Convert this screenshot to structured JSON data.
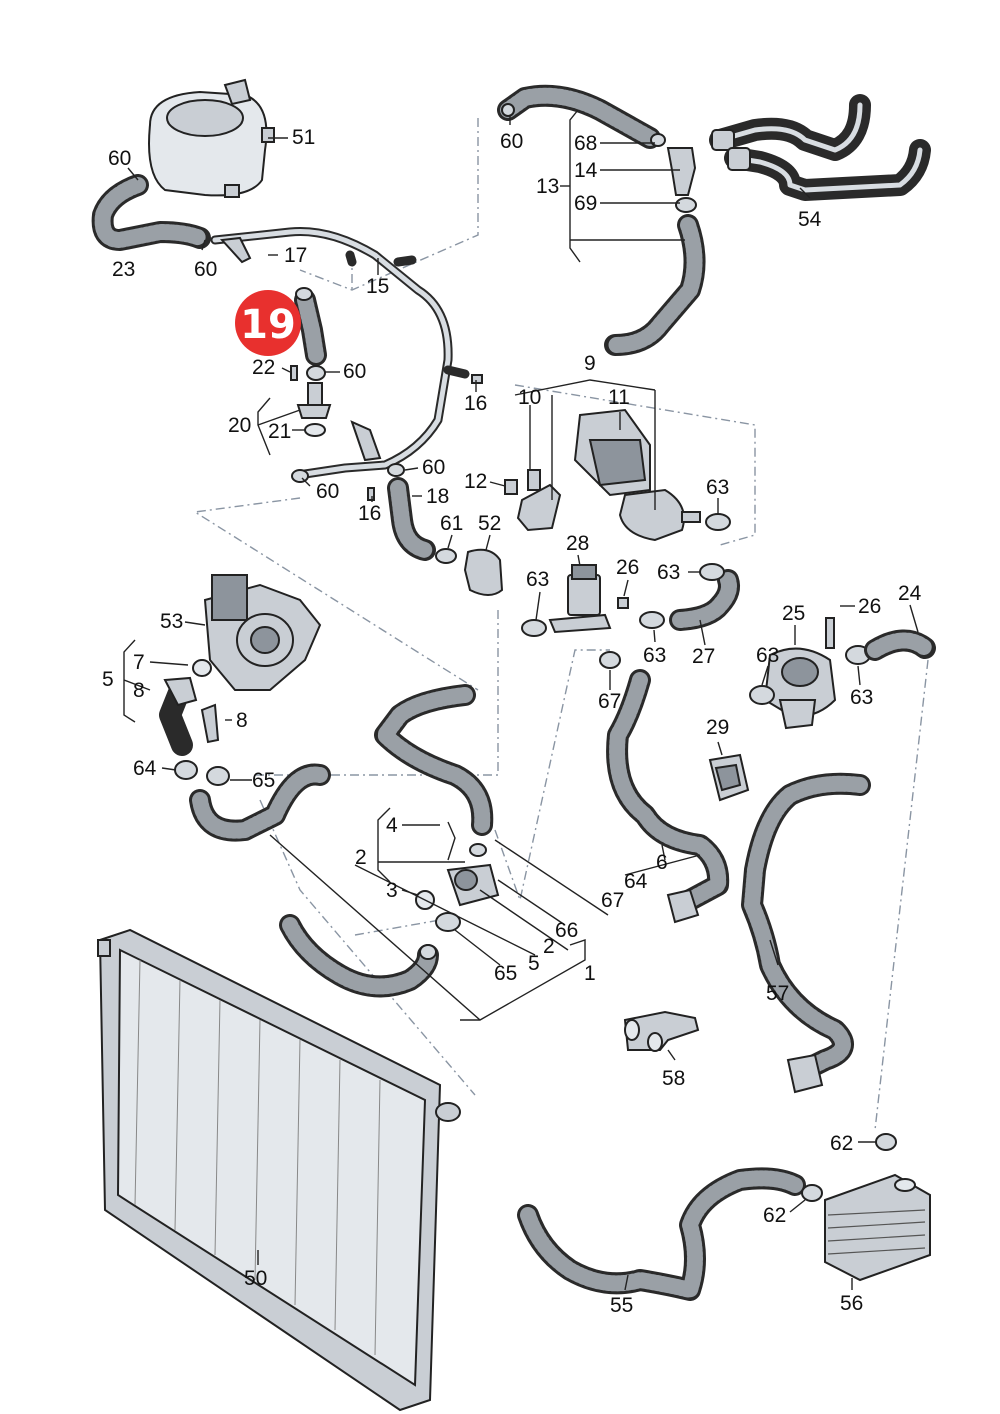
{
  "callout": {
    "number": "19",
    "color": "#e8302e"
  },
  "labels": {
    "l51": "51",
    "l60a": "60",
    "l23": "23",
    "l60b": "60",
    "l17": "17",
    "l15": "15",
    "l22": "22",
    "l60c": "60",
    "l20": "20",
    "l21": "21",
    "l16a": "16",
    "l60d": "60",
    "l60e": "60",
    "l18": "18",
    "l16b": "16",
    "l60f": "60",
    "l68": "68",
    "l14": "14",
    "l13": "13",
    "l69": "69",
    "l54": "54",
    "l9": "9",
    "l10": "10",
    "l11": "11",
    "l12": "12",
    "l63a": "63",
    "l61": "61",
    "l52": "52",
    "l28": "28",
    "l26a": "26",
    "l63b": "63",
    "l63c": "63",
    "l63d": "63",
    "l27": "27",
    "l25": "25",
    "l26b": "26",
    "l24": "24",
    "l63e": "63",
    "l63f": "63",
    "l53": "53",
    "l7": "7",
    "l5": "5",
    "l8a": "8",
    "l8b": "8",
    "l64a": "64",
    "l65a": "65",
    "l67a": "67",
    "l29": "29",
    "l4": "4",
    "l2a": "2",
    "l3": "3",
    "l66": "66",
    "l65b": "65",
    "l6": "6",
    "l64b": "64",
    "l67b": "67",
    "l2b": "2",
    "l5b": "5",
    "l1": "1",
    "l57": "57",
    "l58": "58",
    "l50": "50",
    "l62a": "62",
    "l62b": "62",
    "l55": "55",
    "l56": "56"
  }
}
